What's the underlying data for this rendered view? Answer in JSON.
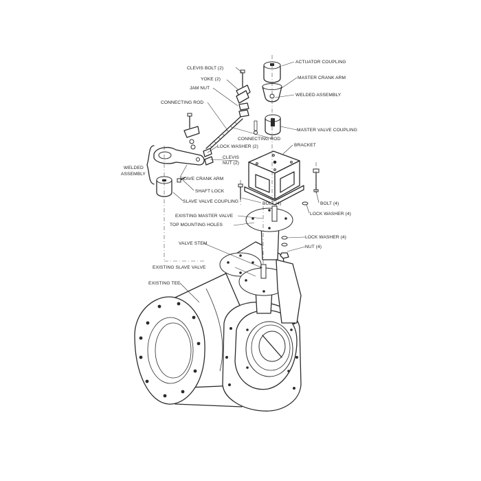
{
  "labels": {
    "clevis_bolt": "CLEVIS BOLT (2)",
    "yoke": "YOKE (2)",
    "jam_nut": "JAM NUT",
    "connecting_rod_left": "CONNECTING ROD",
    "actuator_coupling": "ACTUATOR COUPLING",
    "master_crank_arm": "MASTER CRANK ARM",
    "welded_assembly_right": "WELDED ASSEMBLY",
    "master_valve_coupling": "MASTER VALVE COUPLING",
    "connecting_rod_right": "CONNECTING ROD",
    "lock_washer_2": "LOCK WASHER (2)",
    "bracket": "BRACKET",
    "clevis_nut_line1": "CLEVIS",
    "clevis_nut_line2": "NUT (2)",
    "welded_assembly_left_line1": "WELDED",
    "welded_assembly_left_line2": "ASSEMBLY",
    "slave_crank_arm": "SLAVE CRANK ARM",
    "shaft_lock": "SHAFT LOCK",
    "slave_valve_coupling": "SLAVE VALVE COUPLING",
    "bolt_center": "BOLT (4)",
    "bolt_right": "BOLT (4)",
    "lock_washer_4_upper": "LOCK WASHER (4)",
    "existing_master_valve": "EXISTING MASTER VALVE",
    "top_mounting_holes": "TOP MOUNTING HOLES",
    "lock_washer_4_lower": "LOCK WASHER (4)",
    "nut": "NUT (4)",
    "valve_stem": "VALVE STEM",
    "existing_slave_valve": "EXISTING SLAVE VALVE",
    "existing_tee": "EXISTING TEE"
  },
  "colors": {
    "line": "#2a2a2a",
    "background": "#ffffff"
  }
}
